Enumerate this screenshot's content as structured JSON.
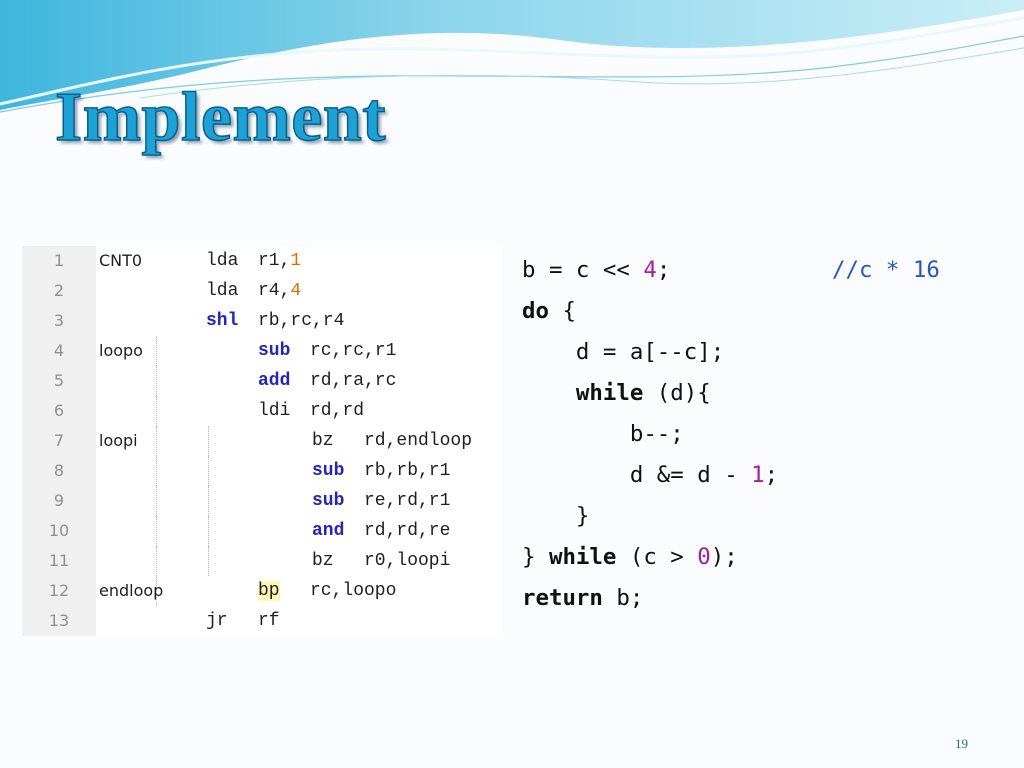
{
  "slide": {
    "title": "Implement",
    "page_number": "19"
  },
  "assembly": {
    "lines": [
      {
        "n": "1",
        "label": "CNT0",
        "col": "a",
        "op": "lda",
        "args": "r1,",
        "num": "1"
      },
      {
        "n": "2",
        "label": "",
        "col": "a",
        "op": "lda",
        "args": "r4,",
        "num": "4"
      },
      {
        "n": "3",
        "label": "",
        "col": "a",
        "op": "shl",
        "args": "rb,rc,r4",
        "kw": true
      },
      {
        "n": "4",
        "label": "loopo",
        "col": "b",
        "op": "sub",
        "args": "rc,rc,r1",
        "kw": true
      },
      {
        "n": "5",
        "label": "",
        "col": "b",
        "op": "add",
        "args": "rd,ra,rc",
        "kw": true
      },
      {
        "n": "6",
        "label": "",
        "col": "b",
        "op": "ldi",
        "args": "rd,rd"
      },
      {
        "n": "7",
        "label": "loopi",
        "col": "c",
        "op": "bz",
        "args": "rd,endloop"
      },
      {
        "n": "8",
        "label": "",
        "col": "c",
        "op": "sub",
        "args": "rb,rb,r1",
        "kw": true
      },
      {
        "n": "9",
        "label": "",
        "col": "c",
        "op": "sub",
        "args": "re,rd,r1",
        "kw": true
      },
      {
        "n": "10",
        "label": "",
        "col": "c",
        "op": "and",
        "args": "rd,rd,re",
        "kw": true
      },
      {
        "n": "11",
        "label": "",
        "col": "c",
        "op": "bz",
        "args": "r0,loopi"
      },
      {
        "n": "12",
        "label": "endloop",
        "col": "b",
        "op": "bp",
        "args": "rc,loopo",
        "highlight": true
      },
      {
        "n": "13",
        "label": "",
        "col": "a",
        "op": "jr",
        "args": "rf"
      }
    ]
  },
  "c_code": {
    "l1_a": "b = c << ",
    "l1_num": "4",
    "l1_b": ";",
    "l1_comment": "//c * 16",
    "l2_kw": "do",
    "l2_b": " {",
    "l3": "    d = a[--c];",
    "l4_indent": "    ",
    "l4_kw": "while",
    "l4_b": " (d){",
    "l5": "        b--;",
    "l6_a": "        d &= d - ",
    "l6_num": "1",
    "l6_b": ";",
    "l7": "    }",
    "l8_a": "} ",
    "l8_kw": "while",
    "l8_b": " (c > ",
    "l8_num": "0",
    "l8_c": ");",
    "l9_kw": "return",
    "l9_b": " b;"
  },
  "colors": {
    "title": "#1ba3d8",
    "asm_keyword": "#2323c8",
    "asm_number": "#e07000",
    "c_number": "#a020a0",
    "c_comment": "#2457c4"
  }
}
